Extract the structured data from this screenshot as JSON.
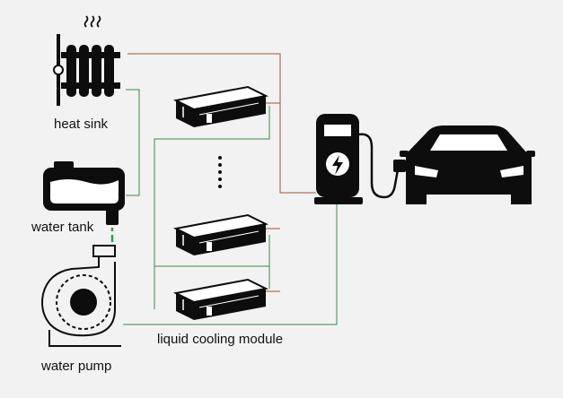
{
  "labels": {
    "heat_sink": "heat sink",
    "water_tank": "water tank",
    "water_pump": "water pump",
    "liquid_cooling_module": "liquid cooling module"
  },
  "colors": {
    "background": "#f2f2f2",
    "icon": "#0d0d0d",
    "pipe_red": "#a2503c",
    "pipe_green": "#3b8a4a",
    "pump_link_green": "#2f9e4a"
  },
  "icons": [
    "radiator-icon",
    "water-tank-icon",
    "water-pump-icon",
    "server-module-icon",
    "vertical-ellipsis-icon",
    "charging-station-icon",
    "car-icon"
  ],
  "module_count": 3
}
